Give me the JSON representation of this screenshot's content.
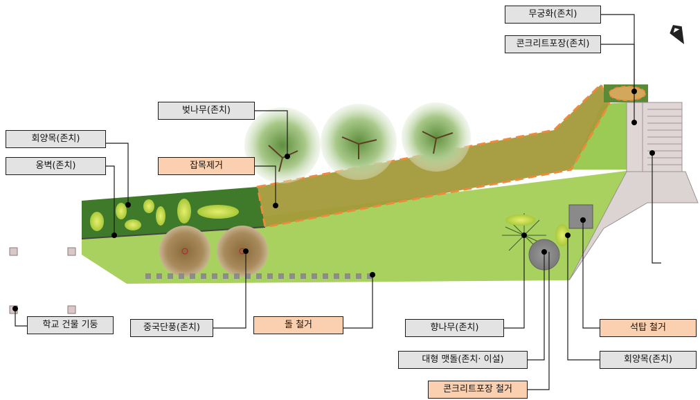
{
  "labels": {
    "mugunghwa": "무궁화(존치)",
    "concrete_keep": "콘크리트포장(존치)",
    "cherry": "벚나무(존치)",
    "hoeyang_top": "회양목(존치)",
    "retaining_wall": "옹벽(존치)",
    "weed_removal": "잡목제거",
    "school_pillar": "학교 건물 기둥",
    "maple": "중국단풍(존치)",
    "stone_removal": "돌 철거",
    "juniper": "향나무(존치)",
    "stone_tower_removal": "석탑 철거",
    "large_millstone": "대형 맷돌(존치· 이설)",
    "hoeyang_bottom": "회양목(존치)",
    "concrete_removal": "콘크리트포장 철거"
  },
  "colors": {
    "keep_label": "#e3e3e3",
    "action_label": "#fbd0b0",
    "lawn": "#a8cf5c",
    "removal_dash": "#ef8a3c"
  }
}
